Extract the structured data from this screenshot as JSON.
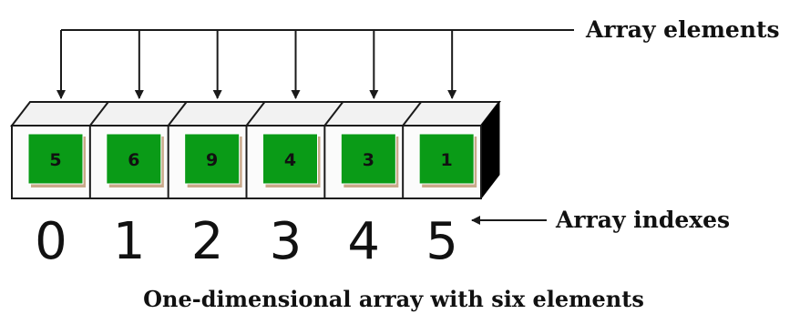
{
  "labels": {
    "elements": "Array elements",
    "indexes": "Array indexes",
    "caption": "One-dimensional array with six elements"
  },
  "cells": [
    {
      "value": "5",
      "index": "0"
    },
    {
      "value": "6",
      "index": "1"
    },
    {
      "value": "9",
      "index": "2"
    },
    {
      "value": "4",
      "index": "3"
    },
    {
      "value": "3",
      "index": "4"
    },
    {
      "value": "1",
      "index": "5"
    }
  ],
  "colors": {
    "cell_fill": "#0a9b17",
    "box_face": "#fbfbfb",
    "box_top": "#f2f2f2",
    "box_end": "#000000",
    "shadow": "#c9a98a",
    "line": "#1a1a1a"
  }
}
